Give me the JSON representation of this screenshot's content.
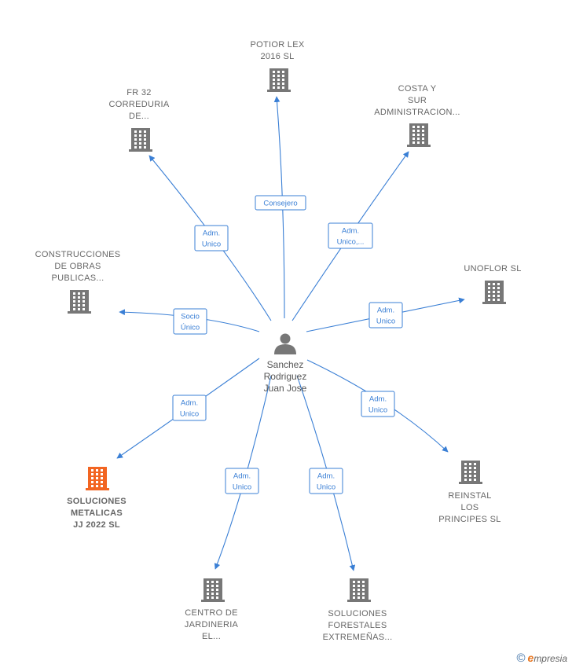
{
  "center": {
    "label_lines": [
      "Sanchez",
      "Rodriguez",
      "Juan Jose"
    ],
    "icon": "person-icon"
  },
  "companies": [
    {
      "id": "potior",
      "label_lines": [
        "POTIOR LEX",
        "2016  SL"
      ],
      "icon": "building-icon",
      "color": "#777777",
      "relation_lines": [
        "Consejero"
      ]
    },
    {
      "id": "fr32",
      "label_lines": [
        "FR 32",
        "CORREDURIA",
        "DE..."
      ],
      "icon": "building-icon",
      "color": "#777777",
      "relation_lines": [
        "Adm.",
        "Unico"
      ]
    },
    {
      "id": "costa",
      "label_lines": [
        "COSTA Y",
        "SUR",
        "ADMINISTRACION..."
      ],
      "icon": "building-icon",
      "color": "#777777",
      "relation_lines": [
        "Adm.",
        "Unico,..."
      ]
    },
    {
      "id": "construcciones",
      "label_lines": [
        "CONSTRUCCIONES",
        "DE OBRAS",
        "PUBLICAS..."
      ],
      "icon": "building-icon",
      "color": "#777777",
      "relation_lines": [
        "Socio",
        "Único"
      ]
    },
    {
      "id": "unoflor",
      "label_lines": [
        "UNOFLOR SL"
      ],
      "icon": "building-icon",
      "color": "#777777",
      "relation_lines": [
        "Adm.",
        "Unico"
      ]
    },
    {
      "id": "soluciones_metalicas",
      "label_lines": [
        "SOLUCIONES",
        "METALICAS",
        "JJ 2022  SL"
      ],
      "icon": "building-icon",
      "color": "#f26522",
      "highlight": true,
      "relation_lines": [
        "Adm.",
        "Unico"
      ]
    },
    {
      "id": "reinstal",
      "label_lines": [
        "REINSTAL",
        "LOS",
        "PRINCIPES  SL"
      ],
      "icon": "building-icon",
      "color": "#777777",
      "relation_lines": [
        "Adm.",
        "Unico"
      ]
    },
    {
      "id": "centro",
      "label_lines": [
        "CENTRO DE",
        "JARDINERIA",
        "EL..."
      ],
      "icon": "building-icon",
      "color": "#777777",
      "relation_lines": [
        "Adm.",
        "Unico"
      ]
    },
    {
      "id": "forestales",
      "label_lines": [
        "SOLUCIONES",
        "FORESTALES",
        "EXTREMEÑAS..."
      ],
      "icon": "building-icon",
      "color": "#777777",
      "relation_lines": [
        "Adm.",
        "Unico"
      ]
    }
  ],
  "colors": {
    "edge": "#3a7fd5",
    "building": "#777777",
    "highlight": "#f26522",
    "person": "#777777"
  },
  "watermark": {
    "copyright": "©",
    "brand_initial": "e",
    "brand_rest": "mpresia"
  }
}
